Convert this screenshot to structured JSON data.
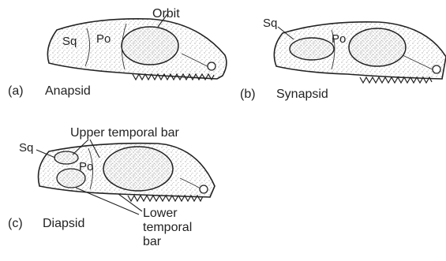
{
  "panels": [
    {
      "letter": "(a)",
      "name": "Anapsid",
      "labels": {
        "sq": "Sq",
        "po": "Po",
        "orbit": "Orbit"
      }
    },
    {
      "letter": "(b)",
      "name": "Synapsid",
      "labels": {
        "sq": "Sq",
        "po": "Po"
      }
    },
    {
      "letter": "(c)",
      "name": "Diapsid",
      "labels": {
        "sq": "Sq",
        "po": "Po",
        "upper_bar": "Upper temporal bar",
        "lower_bar_line1": "Lower",
        "lower_bar_line2": "temporal",
        "lower_bar_line3": "bar"
      }
    }
  ],
  "colors": {
    "ink": "#222222",
    "stipple": "#8a8a8a",
    "background": "#ffffff"
  }
}
